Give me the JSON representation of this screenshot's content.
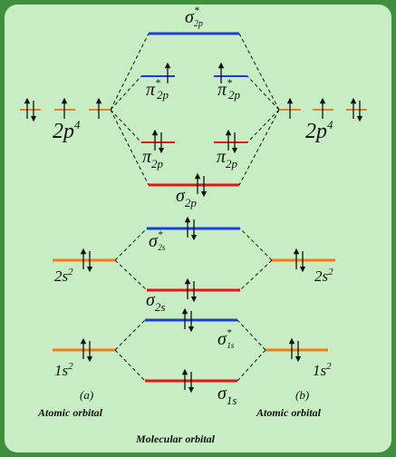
{
  "colors": {
    "background": "#3f8f3f",
    "panel": "#c8ecc4",
    "antibonding": "#1a3fe0",
    "bonding": "#e01818",
    "atomic": "#ef7d1c",
    "line": "#111111"
  },
  "labels": {
    "sigma_star_2p": {
      "main": "σ",
      "sup": "*",
      "sub": "2p"
    },
    "pi_star_2p": {
      "main": "π",
      "sup": "*",
      "sub": "2p"
    },
    "pi_2p": {
      "main": "π",
      "sub": "2p"
    },
    "sigma_2p": {
      "main": "σ",
      "sub": "2p"
    },
    "sigma_star_2s": {
      "main": "σ",
      "sup": "*",
      "sub": "2s"
    },
    "sigma_2s": {
      "main": "σ",
      "sub": "2s"
    },
    "sigma_star_1s": {
      "main": "σ",
      "sup": "*",
      "sub": "1s"
    },
    "sigma_1s": {
      "main": "σ",
      "sub": "1s"
    },
    "atomic_2p": {
      "main": "2p",
      "sup": "4"
    },
    "atomic_2s": {
      "main": "2s",
      "sup": "2"
    },
    "atomic_1s": {
      "main": "1s",
      "sup": "2"
    }
  },
  "captions": {
    "left_letter": "(a)",
    "right_letter": "(b)",
    "left_caption": "Atomic orbital",
    "right_caption": "Atomic orbital",
    "bottom_caption": "Molecular orbital"
  }
}
